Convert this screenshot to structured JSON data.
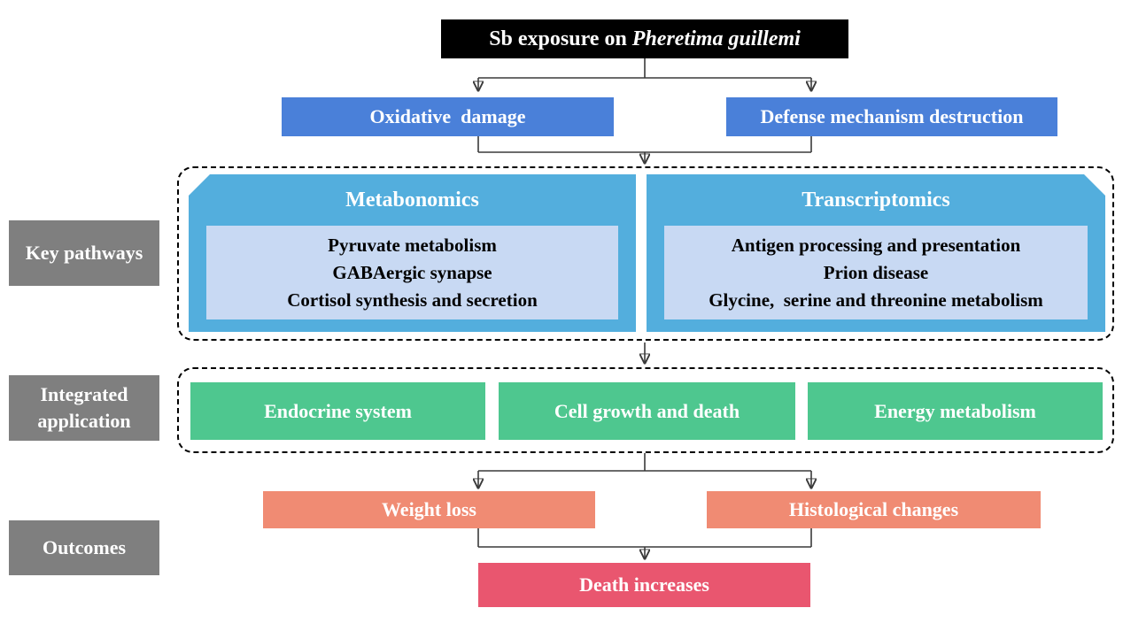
{
  "colors": {
    "title-bg": "#000000",
    "effect-blue": "#4a80d9",
    "omics-blue": "#53aedd",
    "pale-blue": "#c8d9f3",
    "green": "#4ec78f",
    "salmon": "#f08b73",
    "pink": "#e9566f",
    "gray": "#7f7f7f",
    "line": "#3a3a3a"
  },
  "title": {
    "prefix": "Sb exposure on ",
    "species": "Pheretima guillemi"
  },
  "effects": {
    "left": "Oxidative  damage",
    "right": "Defense mechanism destruction"
  },
  "side_labels": {
    "key_pathways": "Key pathways",
    "integrated_application": "Integrated application",
    "outcomes": "Outcomes"
  },
  "key_pathways": {
    "metabonomics": {
      "title": "Metabonomics",
      "items": [
        "Pyruvate metabolism",
        "GABAergic synapse",
        "Cortisol synthesis and secretion"
      ]
    },
    "transcriptomics": {
      "title": "Transcriptomics",
      "items": [
        "Antigen processing and presentation",
        "Prion disease",
        "Glycine,  serine and threonine metabolism"
      ]
    }
  },
  "integrated_application": {
    "items": [
      "Endocrine system",
      "Cell growth and death",
      "Energy metabolism"
    ]
  },
  "outcomes": {
    "left": "Weight loss",
    "right": "Histological changes"
  },
  "final_outcome": "Death increases"
}
